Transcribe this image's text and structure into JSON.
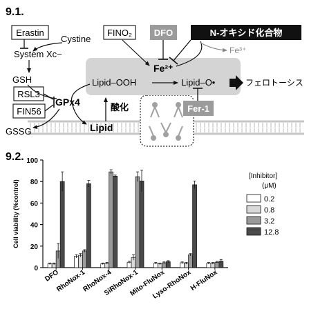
{
  "section1": {
    "heading": "9.1.",
    "erastin": "Erastin",
    "cystine": "Cystine",
    "system_xc": "System Xc−",
    "gsh": "GSH",
    "rsl3": "RSL3",
    "fin56": "FIN56",
    "gpx4": "GPx4",
    "gssg": "GSSG",
    "lipid": "Lipid",
    "oxidation": "酸化",
    "lipid_ooh": "Lipid–OOH",
    "lipid_o": "Lipid–O•",
    "ferroptosis": "フェロトーシス",
    "fino2": "FINO₂",
    "dfo": "DFO",
    "n_oxide": "N-オキシド化合物",
    "fe2": "Fe²⁺",
    "fe3": "Fe³⁺",
    "fer1": "Fer-1"
  },
  "section2": {
    "heading": "9.2."
  },
  "colors": {
    "c02": "#ffffff",
    "c08": "#d9d9d9",
    "c32": "#9a9a9a",
    "c128": "#4a4a4a",
    "panel_gray": "#d4d4d4",
    "box_gray": "#9b9b9b"
  },
  "chart_data": {
    "type": "bar",
    "ylabel": "Cell viability (%control)",
    "ylim": [
      0,
      100
    ],
    "yticks": [
      0,
      20,
      40,
      60,
      80,
      100
    ],
    "legend_title": "[Inhibitor]",
    "legend_unit": "(μM)",
    "categories": [
      "DFO",
      "RhoNox-1",
      "RhoNox-4",
      "SiRhoNox-1",
      "Mito-FluNox",
      "Lyso-RhoNox",
      "H-FluNox"
    ],
    "series": [
      {
        "name": "0.2",
        "values": [
          3.5,
          10.5,
          3.5,
          5.0,
          4.0,
          4.5,
          4.0
        ],
        "errors": [
          0.8,
          1.5,
          0.8,
          1.0,
          0.8,
          0.8,
          0.8
        ]
      },
      {
        "name": "0.8",
        "values": [
          3.5,
          11.5,
          4.0,
          9.5,
          3.5,
          4.0,
          4.0
        ],
        "errors": [
          0.8,
          1.5,
          0.8,
          2.5,
          0.8,
          0.8,
          0.8
        ]
      },
      {
        "name": "3.2",
        "values": [
          15.5,
          15.5,
          89.0,
          84.5,
          4.5,
          12.0,
          5.0
        ],
        "errors": [
          7.0,
          1.2,
          2.0,
          4.5,
          0.8,
          1.0,
          0.8
        ]
      },
      {
        "name": "12.8",
        "values": [
          80.0,
          78.0,
          85.0,
          80.5,
          5.5,
          77.0,
          6.0
        ],
        "errors": [
          9.0,
          3.0,
          1.0,
          10.0,
          1.0,
          3.5,
          1.5
        ]
      }
    ]
  }
}
